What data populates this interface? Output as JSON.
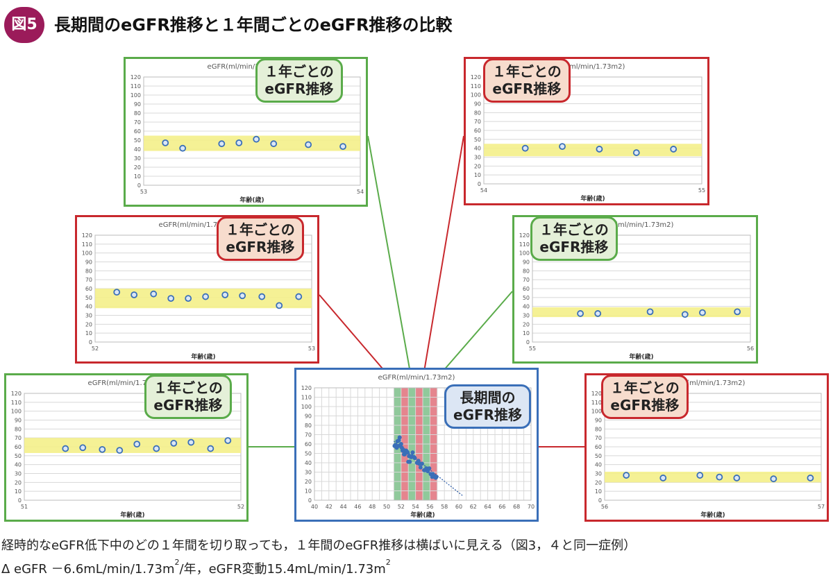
{
  "header": {
    "badge": "図5",
    "title": "長期間のeGFR推移と１年間ごとのeGFR推移の比較"
  },
  "colors": {
    "green": "#5aab4a",
    "red": "#c8282d",
    "blue": "#3a6fb8",
    "band": "#f4f08a",
    "point_fill": "#dbe7f5",
    "point_stroke": "#3a6fb8",
    "green_callout_bg": "#e4f0d8",
    "red_callout_bg": "#f7dccd",
    "blue_callout_bg": "#dce6f4",
    "green_stripe": "#7cbf8a",
    "red_stripe": "#e0707a"
  },
  "callouts": {
    "annual_line1": "１年ごとの",
    "annual_line2": "eGFR推移",
    "long_line1": "長期間の",
    "long_line2": "eGFR推移"
  },
  "chart_data": [
    {
      "id": "age53",
      "type": "scatter",
      "title": "eGFR(ml/min/1.73m2)",
      "xlabel": "年齢(歳)",
      "xlim": [
        53,
        54
      ],
      "ylim": [
        0,
        120
      ],
      "yticks": [
        0,
        10,
        20,
        30,
        40,
        50,
        60,
        70,
        80,
        90,
        100,
        110,
        120
      ],
      "band": [
        38,
        55
      ],
      "x": [
        53.1,
        53.18,
        53.36,
        53.44,
        53.52,
        53.6,
        53.76,
        53.92
      ],
      "y": [
        47,
        41,
        46,
        47,
        51,
        46,
        45,
        43
      ]
    },
    {
      "id": "age54",
      "type": "scatter",
      "title": "eGFR(ml/min/1.73m2)",
      "xlabel": "年齢(歳)",
      "xlim": [
        54,
        55
      ],
      "ylim": [
        0,
        120
      ],
      "yticks": [
        0,
        10,
        20,
        30,
        40,
        50,
        60,
        70,
        80,
        90,
        100,
        110,
        120
      ],
      "band": [
        31,
        45
      ],
      "x": [
        54.19,
        54.36,
        54.53,
        54.7,
        54.87
      ],
      "y": [
        40,
        42,
        39,
        35,
        39
      ]
    },
    {
      "id": "age52",
      "type": "scatter",
      "title": "eGFR(ml/min/1.73m2)",
      "xlabel": "年齢(歳)",
      "xlim": [
        52,
        53
      ],
      "ylim": [
        0,
        120
      ],
      "yticks": [
        0,
        10,
        20,
        30,
        40,
        50,
        60,
        70,
        80,
        90,
        100,
        110,
        120
      ],
      "band": [
        38,
        60
      ],
      "x": [
        52.1,
        52.18,
        52.27,
        52.35,
        52.43,
        52.51,
        52.6,
        52.68,
        52.77,
        52.85,
        52.94
      ],
      "y": [
        56,
        53,
        54,
        49,
        49,
        51,
        53,
        52,
        51,
        41,
        51
      ]
    },
    {
      "id": "age55",
      "type": "scatter",
      "title": "eGFR(ml/min/1.73m2)",
      "xlabel": "年齢(歳)",
      "xlim": [
        55,
        56
      ],
      "ylim": [
        0,
        120
      ],
      "yticks": [
        0,
        10,
        20,
        30,
        40,
        50,
        60,
        70,
        80,
        90,
        100,
        110,
        120
      ],
      "band": [
        28,
        39
      ],
      "x": [
        55.22,
        55.3,
        55.54,
        55.7,
        55.78,
        55.94
      ],
      "y": [
        32,
        32,
        34,
        31,
        33,
        34
      ]
    },
    {
      "id": "age51",
      "type": "scatter",
      "title": "eGFR(ml/min/1.73m2)",
      "xlabel": "年齢(歳)",
      "xlim": [
        51,
        52
      ],
      "ylim": [
        0,
        120
      ],
      "yticks": [
        0,
        10,
        20,
        30,
        40,
        50,
        60,
        70,
        80,
        90,
        100,
        110,
        120
      ],
      "band": [
        53,
        70
      ],
      "x": [
        51.19,
        51.27,
        51.36,
        51.44,
        51.52,
        51.61,
        51.69,
        51.77,
        51.86,
        51.94
      ],
      "y": [
        58,
        59,
        57,
        56,
        63,
        58,
        64,
        65,
        58,
        67
      ]
    },
    {
      "id": "age56",
      "type": "scatter",
      "title": "eGFR(ml/min/1.73m2)",
      "xlabel": "年齢(歳)",
      "xlim": [
        56,
        57
      ],
      "ylim": [
        0,
        120
      ],
      "yticks": [
        0,
        10,
        20,
        30,
        40,
        50,
        60,
        70,
        80,
        90,
        100,
        110,
        120
      ],
      "band": [
        20,
        32
      ],
      "x": [
        56.1,
        56.27,
        56.44,
        56.53,
        56.61,
        56.78,
        56.95
      ],
      "y": [
        28,
        25,
        28,
        26,
        25,
        24,
        25
      ]
    },
    {
      "id": "longterm",
      "type": "scatter",
      "title": "eGFR(ml/min/1.73m2)",
      "xlabel": "年齢(歳)",
      "xlim": [
        40,
        70
      ],
      "ylim": [
        0,
        120
      ],
      "xticks": [
        40,
        42,
        44,
        46,
        48,
        50,
        52,
        54,
        56,
        58,
        60,
        62,
        64,
        66,
        68,
        70
      ],
      "yticks": [
        0,
        10,
        20,
        30,
        40,
        50,
        60,
        70,
        80,
        90,
        100,
        110,
        120
      ],
      "stripes": [
        [
          51,
          52,
          "green"
        ],
        [
          52,
          53,
          "red"
        ],
        [
          53,
          54,
          "green"
        ],
        [
          54,
          55,
          "red"
        ],
        [
          55,
          56,
          "green"
        ],
        [
          56,
          57,
          "red"
        ]
      ],
      "trend": {
        "x": [
          51,
          60.5
        ],
        "y": [
          63,
          5
        ]
      },
      "x": [
        51.1,
        51.2,
        51.3,
        51.4,
        51.5,
        51.6,
        51.7,
        51.8,
        51.9,
        52.0,
        52.1,
        52.2,
        52.3,
        52.4,
        52.5,
        52.6,
        52.7,
        52.8,
        52.9,
        53.0,
        53.1,
        53.2,
        53.4,
        53.5,
        53.6,
        53.8,
        53.9,
        54.2,
        54.4,
        54.5,
        54.7,
        54.9,
        55.2,
        55.3,
        55.5,
        55.7,
        55.8,
        55.9,
        56.1,
        56.3,
        56.4,
        56.5,
        56.6,
        56.8,
        56.9
      ],
      "y": [
        58,
        59,
        57,
        56,
        63,
        58,
        64,
        67,
        58,
        60,
        56,
        53,
        54,
        49,
        49,
        51,
        53,
        52,
        51,
        41,
        47,
        41,
        46,
        47,
        51,
        46,
        45,
        40,
        42,
        39,
        35,
        39,
        32,
        32,
        34,
        31,
        33,
        34,
        28,
        25,
        28,
        26,
        25,
        24,
        25
      ]
    }
  ],
  "caption": {
    "line1": "経時的なeGFR低下中のどの１年間を切り取っても，１年間のeGFR推移は横ばいに見える（図3，４と同一症例）",
    "line2_a": "Δ eGFR －6.6mL/min/1.73m",
    "line2_sup1": "2",
    "line2_b": "/年，eGFR変動15.4mL/min/1.73m",
    "line2_sup2": "2"
  }
}
